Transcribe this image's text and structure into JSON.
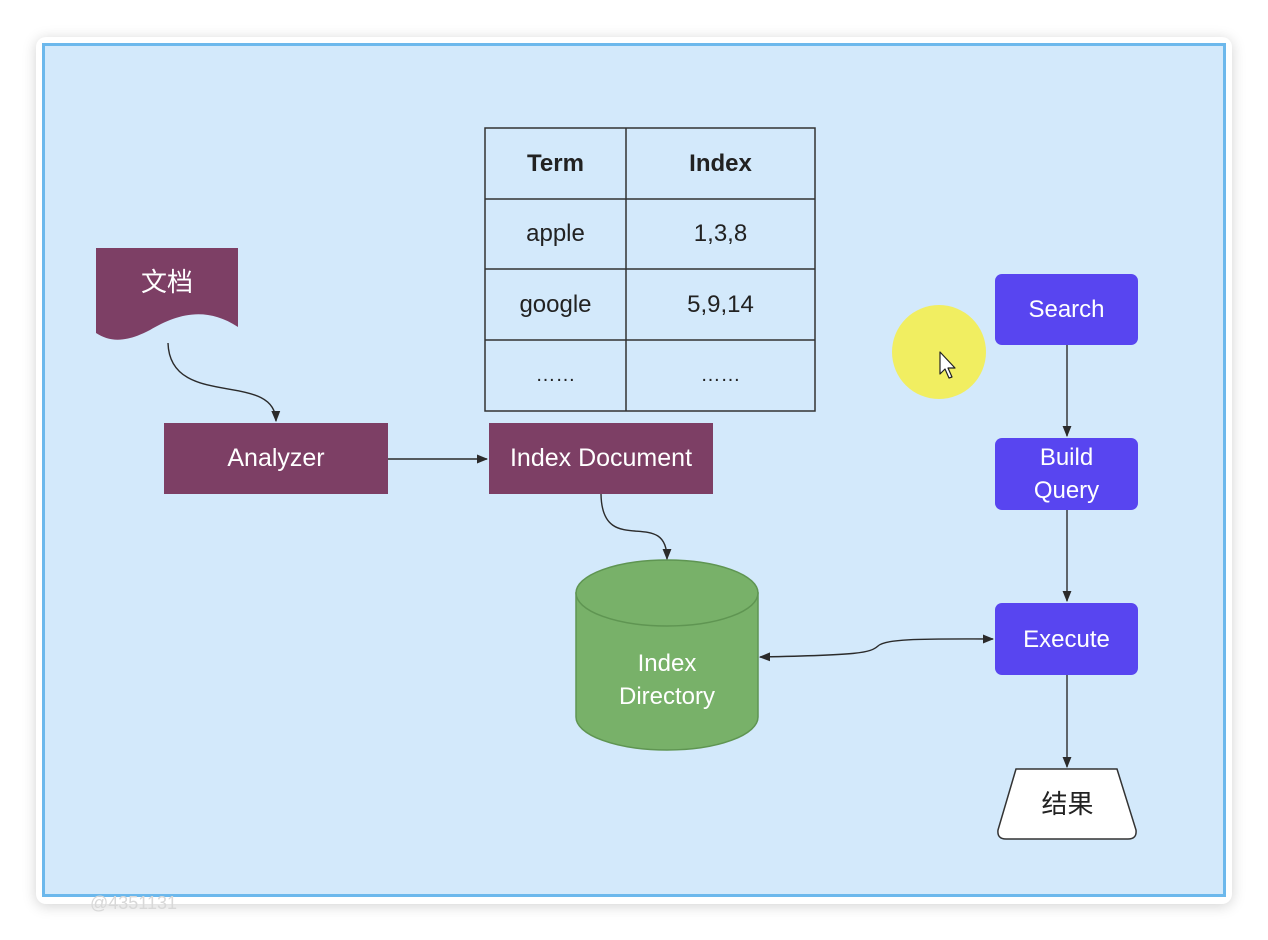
{
  "document": {
    "label": "文档"
  },
  "analyzer": {
    "label": "Analyzer"
  },
  "index_document": {
    "label": "Index Document"
  },
  "index_directory": {
    "line1": "Index",
    "line2": "Directory"
  },
  "term_table": {
    "headers": [
      "Term",
      "Index"
    ],
    "rows": [
      [
        "apple",
        "1,3,8"
      ],
      [
        "google",
        "5,9,14"
      ],
      [
        "……",
        "……"
      ]
    ]
  },
  "search": {
    "label": "Search"
  },
  "build_query": {
    "line1": "Build",
    "line2": "Query"
  },
  "execute": {
    "label": "Execute"
  },
  "result": {
    "label": "结果"
  },
  "watermark": "@4351131",
  "colors": {
    "maroon": "#7d3f65",
    "blue": "#5845f0",
    "green": "#78b169",
    "background": "#d3e9fb",
    "border": "#6cb8ec",
    "highlight": "#f3ee54"
  }
}
